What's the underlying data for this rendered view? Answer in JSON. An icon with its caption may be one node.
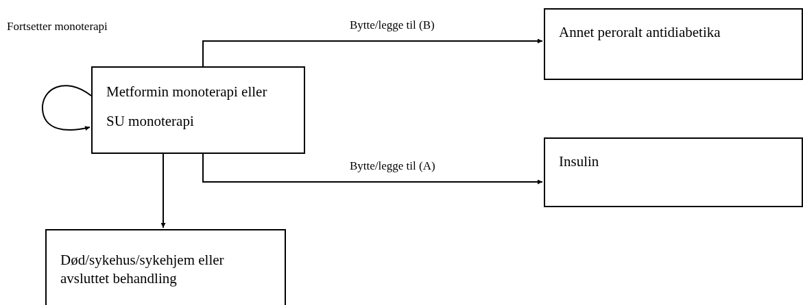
{
  "diagram": {
    "nodes": [
      {
        "text": [
          "Metformin monoterapi eller SU monoterapi"
        ]
      },
      {
        "text": [
          "Annet peroralt antidiabetika"
        ]
      },
      {
        "text": [
          "Insulin"
        ]
      },
      {
        "text": [
          "Død/sykehus/sykehjem eller avsluttet behandling"
        ]
      }
    ],
    "edges": [
      {
        "from": 0,
        "to": 0,
        "arrow": "to",
        "label": "Fortsetter monoterapi"
      },
      {
        "from": 0,
        "to": 1,
        "arrow": "to",
        "label": "Bytte/legge til (B)"
      },
      {
        "from": 0,
        "to": 2,
        "arrow": "to",
        "label": "Bytte/legge til (A)"
      },
      {
        "from": 0,
        "to": 3,
        "arrow": "to"
      }
    ]
  }
}
